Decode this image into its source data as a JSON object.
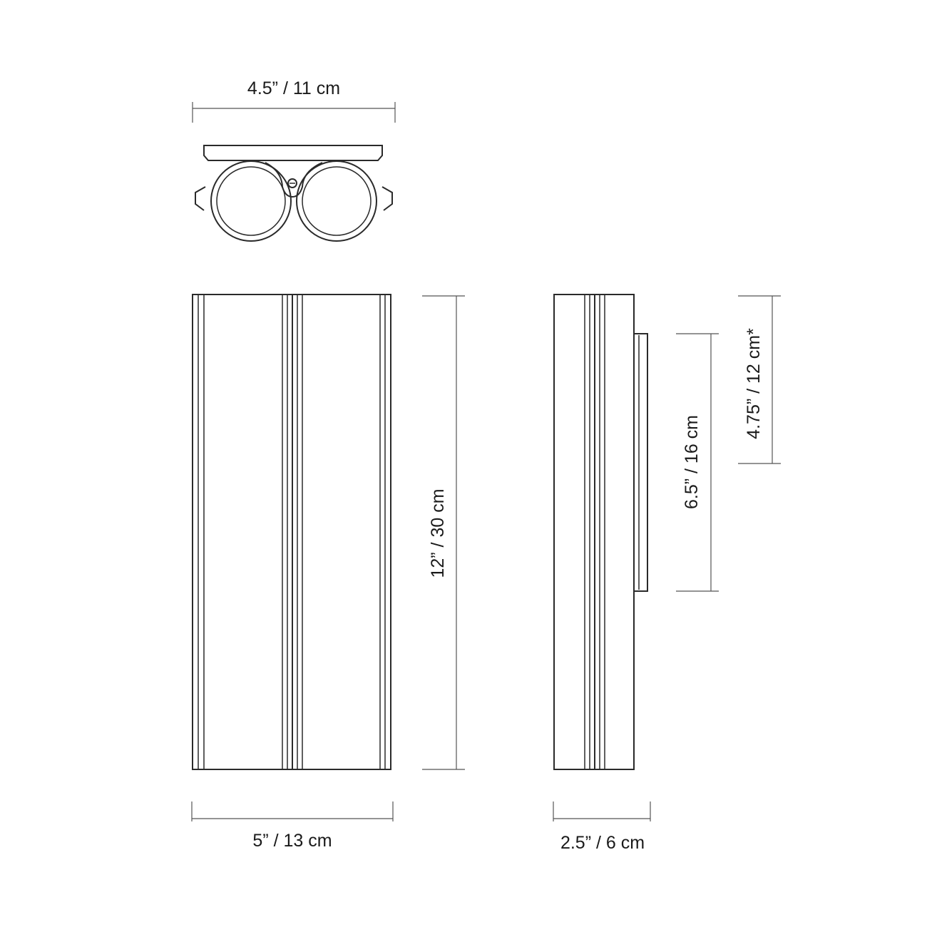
{
  "colors": {
    "line": "#2a2a2a",
    "dimension_line": "#555555",
    "background": "#ffffff"
  },
  "dimensions": {
    "top_width": "4.5” / 11 cm",
    "front_height": "12” / 30 cm",
    "front_width": "5” / 13 cm",
    "side_depth": "2.5” / 6 cm",
    "mount_height": "6.5” / 16 cm",
    "mount_offset": "4.75” / 12 cm*"
  }
}
